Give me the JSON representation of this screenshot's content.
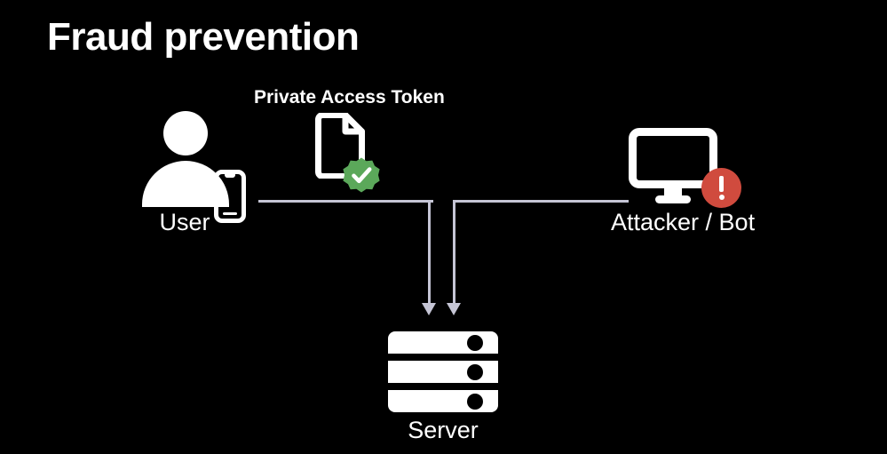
{
  "slide": {
    "title": "Fraud prevention",
    "background_color": "#000000",
    "text_color": "#ffffff"
  },
  "diagram": {
    "nodes": [
      {
        "id": "user",
        "label": "User",
        "icon": "person-icon",
        "secondary_icon": "smartphone-icon"
      },
      {
        "id": "token",
        "label": "Private Access Token",
        "icon": "document-icon",
        "badge_icon": "verified-check-badge-icon",
        "badge_color": "#5ba85a"
      },
      {
        "id": "attacker",
        "label": "Attacker / Bot",
        "icon": "desktop-monitor-icon",
        "badge_icon": "alert-exclamation-icon",
        "badge_color": "#d04b3e"
      },
      {
        "id": "server",
        "label": "Server",
        "icon": "server-rack-icon"
      }
    ],
    "connectors": [
      {
        "id": "user-to-server",
        "from": "user",
        "to": "server",
        "color": "#c5c5d5"
      },
      {
        "id": "attacker-to-server",
        "from": "attacker",
        "to": "server",
        "color": "#c5c5d5"
      }
    ]
  }
}
